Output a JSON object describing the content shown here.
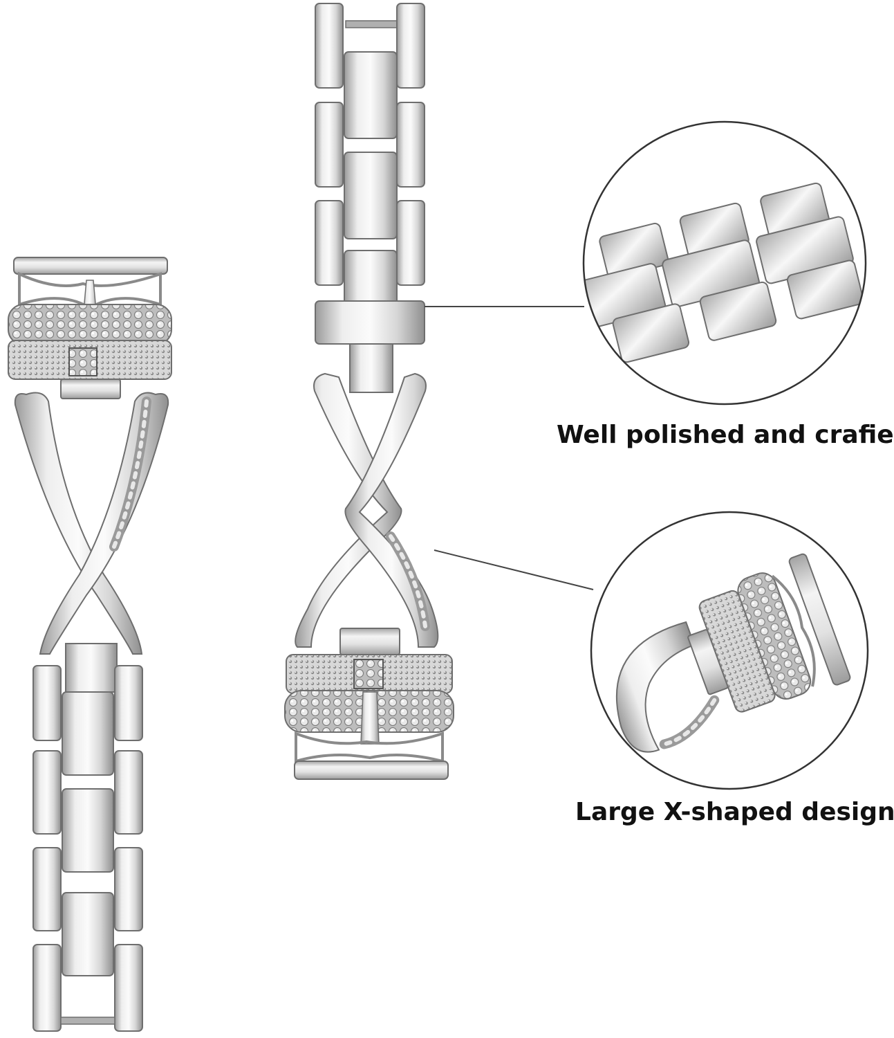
{
  "image": {
    "background": "#ffffff",
    "metal_light": "#f4f4f4",
    "metal_mid": "#c9c9c9",
    "metal_dark": "#8e8e8e",
    "outline": "#6e6e6e"
  },
  "callouts": [
    {
      "caption": "Well polished and crafied",
      "detail": "polished-links-detail"
    },
    {
      "caption": "Large X-shaped design",
      "detail": "x-shaped-clasp-detail"
    }
  ]
}
